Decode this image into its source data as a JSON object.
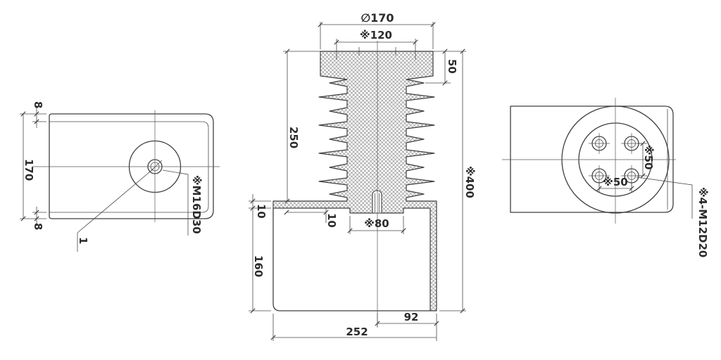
{
  "drawing_type": "engineering-drawing-three-views",
  "views": {
    "top": {
      "title": "top-view",
      "dim_edge_top": "8",
      "dim_height": "170",
      "dim_edge_bottom": "8",
      "label_thread": "※M16D30",
      "balloon": "1"
    },
    "front": {
      "title": "front-sectional-view",
      "dim_cap_diameter": "∅170",
      "dim_core_width": "※120",
      "dim_cap_height": "50",
      "dim_shed_section": "250",
      "dim_total_height": "※400",
      "dim_flange_thickness": "10",
      "dim_ledge": "10",
      "dim_core_bottom": "※80",
      "dim_box_height": "160",
      "dim_offset_right": "92",
      "dim_box_width": "252"
    },
    "side": {
      "title": "side-view",
      "dim_hole_pitch_vertical": "※50",
      "dim_hole_pitch_horizontal": "※50",
      "label_bolt_holes": "※4-M12D20"
    }
  },
  "colors": {
    "line": "#3f3f3f",
    "hatch": "#707070",
    "text": "#2b2b2b",
    "background": "#ffffff"
  }
}
